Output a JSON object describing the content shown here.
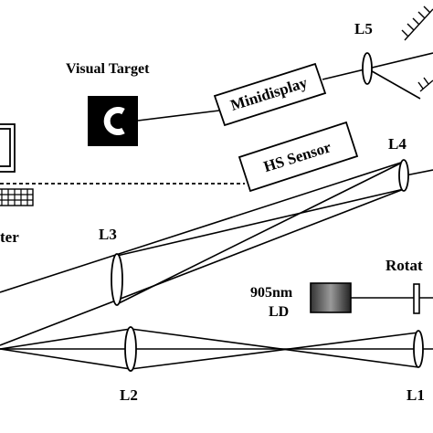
{
  "labels": {
    "l5": "L5",
    "l4": "L4",
    "l3": "L3",
    "l2": "L2",
    "l1": "L1",
    "visual_target": "Visual Target",
    "minidisplay": "Minidisplay",
    "hs_sensor": "HS Sensor",
    "computer_partial": "ter",
    "ld_wavelength": "905nm",
    "ld": "LD",
    "rotation_partial": "Rotat"
  },
  "icons": {
    "visual_target": "landolt-c-icon",
    "computer": "computer-monitor-icon",
    "keyboard": "keyboard-icon",
    "mirror": "mirror-icon"
  },
  "colors": {
    "ink": "#000000",
    "background": "#ffffff"
  }
}
